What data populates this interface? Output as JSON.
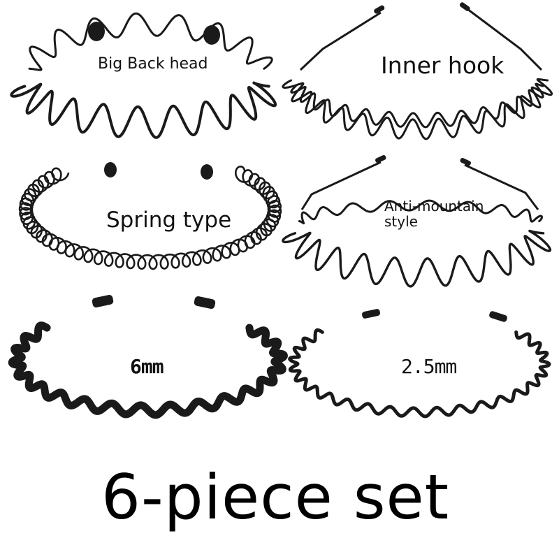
{
  "products": [
    {
      "label": "Big Back head",
      "icon": "wavy-headband-big-back-head-icon"
    },
    {
      "label": "Inner hook",
      "icon": "wavy-headband-inner-hook-icon"
    },
    {
      "label": "Spring type",
      "icon": "spring-headband-icon"
    },
    {
      "label": "Anti-mountain style",
      "icon": "wavy-headband-anti-mountain-icon"
    },
    {
      "label": "6mm",
      "icon": "flat-wave-headband-6mm-icon"
    },
    {
      "label": "2.5mm",
      "icon": "flat-wave-headband-2-5mm-icon"
    }
  ],
  "caption": "6-piece set",
  "colors": {
    "metal": "#1a1a1a",
    "background": "#ffffff"
  }
}
